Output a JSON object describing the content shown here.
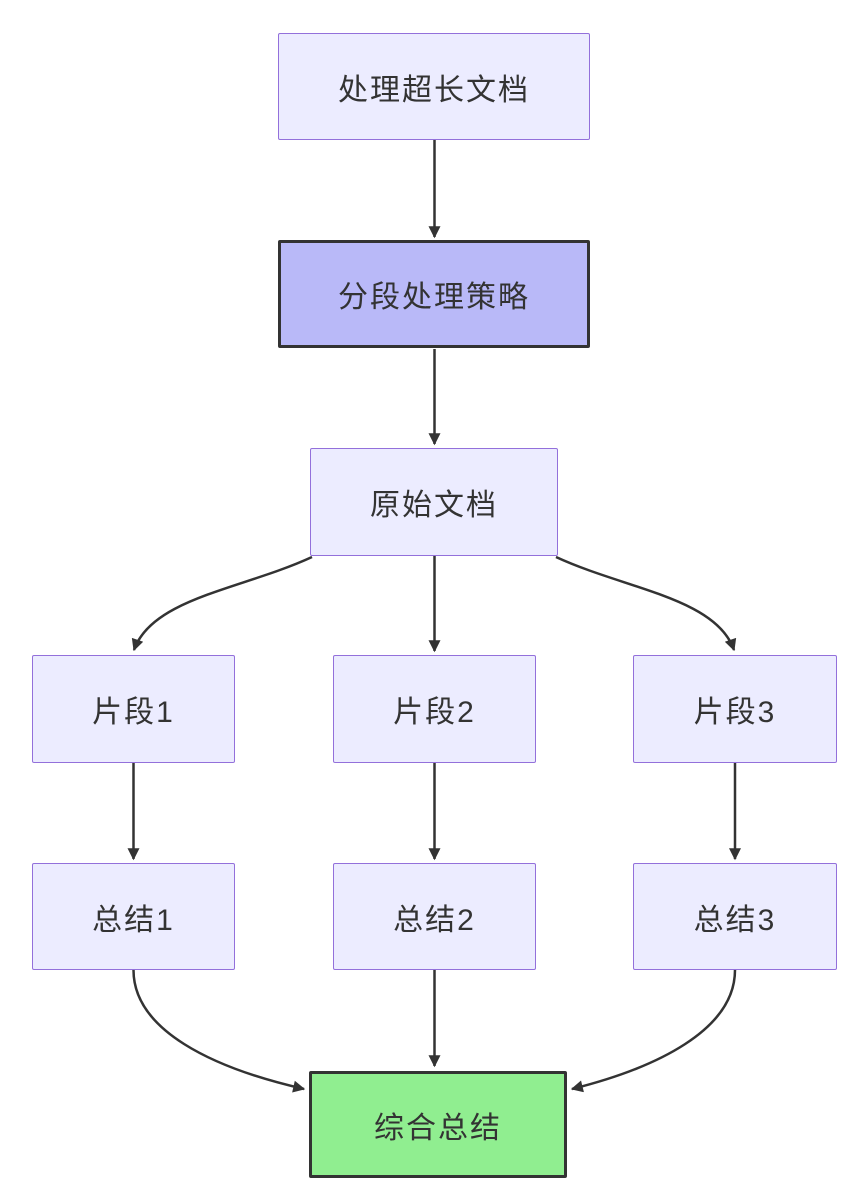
{
  "diagram": {
    "type": "flowchart",
    "direction": "top-down",
    "nodes": [
      {
        "id": "process-long-document",
        "label": "处理超长文档",
        "style": "default"
      },
      {
        "id": "segmentation-strategy",
        "label": "分段处理策略",
        "style": "highlight"
      },
      {
        "id": "original-document",
        "label": "原始文档",
        "style": "default"
      },
      {
        "id": "fragment-1",
        "label": "片段1",
        "style": "default"
      },
      {
        "id": "fragment-2",
        "label": "片段2",
        "style": "default"
      },
      {
        "id": "fragment-3",
        "label": "片段3",
        "style": "default"
      },
      {
        "id": "summary-1",
        "label": "总结1",
        "style": "default"
      },
      {
        "id": "summary-2",
        "label": "总结2",
        "style": "default"
      },
      {
        "id": "summary-3",
        "label": "总结3",
        "style": "default"
      },
      {
        "id": "final-summary",
        "label": "综合总结",
        "style": "success"
      }
    ],
    "edges": [
      {
        "from": "process-long-document",
        "to": "segmentation-strategy"
      },
      {
        "from": "segmentation-strategy",
        "to": "original-document"
      },
      {
        "from": "original-document",
        "to": "fragment-1"
      },
      {
        "from": "original-document",
        "to": "fragment-2"
      },
      {
        "from": "original-document",
        "to": "fragment-3"
      },
      {
        "from": "fragment-1",
        "to": "summary-1"
      },
      {
        "from": "fragment-2",
        "to": "summary-2"
      },
      {
        "from": "fragment-3",
        "to": "summary-3"
      },
      {
        "from": "summary-1",
        "to": "final-summary"
      },
      {
        "from": "summary-2",
        "to": "final-summary"
      },
      {
        "from": "summary-3",
        "to": "final-summary"
      }
    ],
    "colors": {
      "background": "#ffffff",
      "node_fill": "#ececff",
      "node_border": "#9370db",
      "highlight_fill": "#b9b9f8",
      "highlight_border": "#333333",
      "success_fill": "#90ee90",
      "success_border": "#333333",
      "edge": "#333333",
      "text": "#333333"
    }
  }
}
